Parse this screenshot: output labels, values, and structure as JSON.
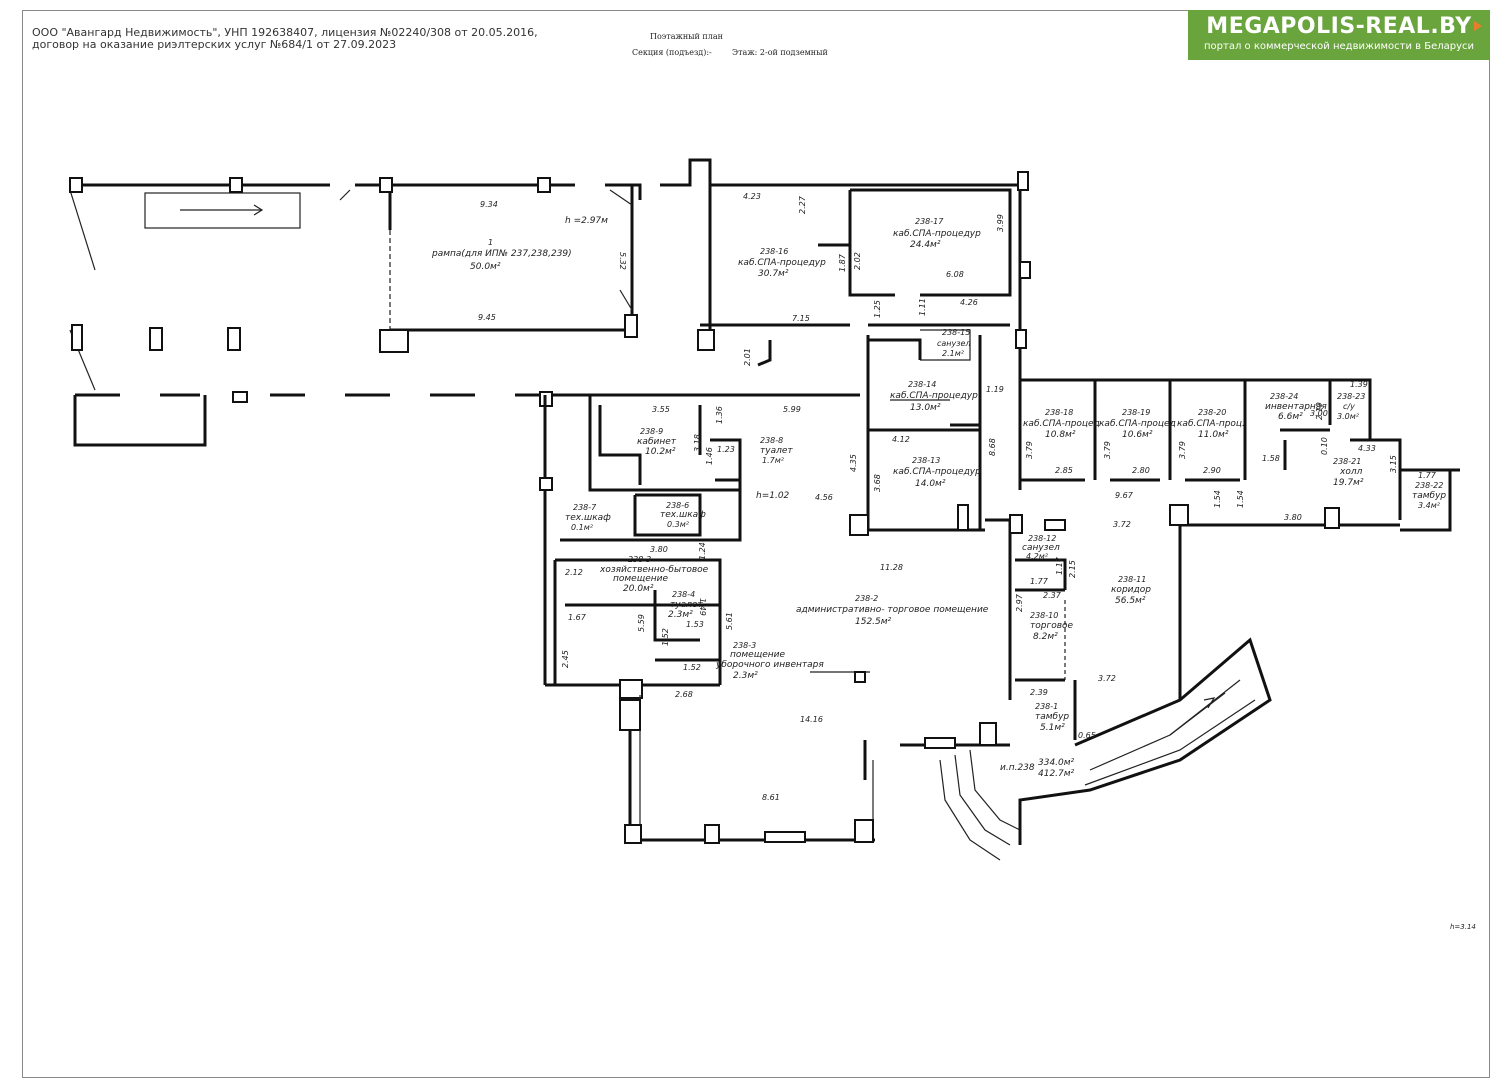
{
  "header": {
    "line1": "ООО \"Авангард Недвижимость\", УНП 192638407, лицензия №02240/308 от 20.05.2016,",
    "line2": "договор на оказание риэлтерских услуг №684/1 от 27.09.2023"
  },
  "sheet": {
    "title": "Поэтажный план",
    "section": "Секция (подъезд):-",
    "floor": "Этаж: 2-ой подземный"
  },
  "logo": {
    "title": "MEGAPOLIS-REAL.BY",
    "subtitle": "портал о коммерческой недвижимости в Беларуси",
    "bg_color": "#6aa43c",
    "accent_color": "#e87e2b"
  },
  "rooms": {
    "r1_num": "1",
    "r1_name": "рампа(для ИП№ 237,238,239)",
    "r1_area": "50.0м²",
    "r1_h": "h =2.97м",
    "r16_num": "238-16",
    "r16_name": "каб.СПА-процедур",
    "r16_area": "30.7м²",
    "r17_num": "238-17",
    "r17_name": "каб.СПА-процедур",
    "r17_area": "24.4м²",
    "r15_num": "238-15",
    "r15_name": "санузел",
    "r15_area": "2.1м²",
    "r14_num": "238-14",
    "r14_name": "каб.СПА-процедур",
    "r14_area": "13.0м²",
    "r13_num": "238-13",
    "r13_name": "каб.СПА-процедур",
    "r13_area": "14.0м²",
    "r18_num": "238-18",
    "r18_name": "каб.СПА-процед",
    "r18_area": "10.8м²",
    "r19_num": "238-19",
    "r19_name": "каб.СПА-процед",
    "r19_area": "10.6м²",
    "r20_num": "238-20",
    "r20_name": "каб.СПА-проц.",
    "r20_area": "11.0м²",
    "r24_num": "238-24",
    "r24_name": "инвентарная",
    "r24_area": "6.6м²",
    "r23_num": "238-23",
    "r23_name": "с/у",
    "r23_area": "3.0м²",
    "r21_num": "238-21",
    "r21_name": "холл",
    "r21_area": "19.7м²",
    "r22_num": "238-22",
    "r22_name": "тамбур",
    "r22_area": "3.4м²",
    "r9_num": "238-9",
    "r9_name": "кабинет",
    "r9_area": "10.2м²",
    "r8_num": "238-8",
    "r8_name": "туалет",
    "r8_area": "1.7м²",
    "r8_h": "h=1.02",
    "r7_num": "238-7",
    "r7_name": "тех.шкаф",
    "r7_area": "0.1м²",
    "r6_num": "238-6",
    "r6_name": "тех.шкаф",
    "r6_area": "0.3м²",
    "r3_num": "238-3",
    "r3_name1": "хозяйственно-бытовое",
    "r3_name2": "помещение",
    "r3_area": "20.0м²",
    "r4_num": "238-4",
    "r4_name": "туалет",
    "r4_area": "2.3м²",
    "r3b_num": "238-3",
    "r3b_name1": "помещение",
    "r3b_name2": "уборочного инвентаря",
    "r3b_area": "2.3м²",
    "r2_num": "238-2",
    "r2_name": "административно- торговое помещение",
    "r2_area": "152.5м²",
    "r12_num": "238-12",
    "r12_name": "санузел",
    "r12_area": "4.2м²",
    "r11_num": "238-11",
    "r11_name": "коридор",
    "r11_area": "56.5м²",
    "r10_num": "238-10",
    "r10_name": "торговое",
    "r10_area": "8.2м²",
    "r1b_num": "238-1",
    "r1b_name": "тамбур",
    "r1b_area": "5.1м²",
    "total_label": "и.п.238",
    "total1": "334.0м²",
    "total2": "412.7м²",
    "height_note": "h=3.14"
  },
  "dims": {
    "d_934": "9.34",
    "d_945": "9.45",
    "d_532": "5.32",
    "d_423": "4.23",
    "d_227": "2.27",
    "d_187": "1.87",
    "d_202": "2.02",
    "d_399": "3.99",
    "d_608": "6.08",
    "d_426": "4.26",
    "d_125": "1.25",
    "d_111": "1.11",
    "d_715": "7.15",
    "d_201": "2.01",
    "d_119": "1.19",
    "d_599": "5.99",
    "d_355": "3.55",
    "d_136": "1.36",
    "d_318": "3.18",
    "d_123": "1.23",
    "d_146": "1.46",
    "d_412": "4.12",
    "d_435": "4.35",
    "d_368": "3.68",
    "d_868": "8.68",
    "d_456": "4.56",
    "d_379a": "3.79",
    "d_285": "2.85",
    "d_379b": "3.79",
    "d_280": "2.80",
    "d_379c": "3.79",
    "d_290": "2.90",
    "d_158": "1.58",
    "d_219": "2.19",
    "d_010": "0.10",
    "d_300": "3.00",
    "d_139": "1.39",
    "d_433": "4.33",
    "d_315": "3.15",
    "d_177": "1.77",
    "d_967": "9.67",
    "d_154a": "1.54",
    "d_154b": "1.54",
    "d_372a": "3.72",
    "d_380b": "3.80",
    "d_380": "3.80",
    "d_124": "1.24",
    "d_212": "2.12",
    "d_149": "1.49",
    "d_167": "1.67",
    "d_559": "5.59",
    "d_153": "1.53",
    "d_152a": "1.52",
    "d_152b": "1.52",
    "d_245": "2.45",
    "d_561": "5.61",
    "d_268": "2.68",
    "d_1128": "11.28",
    "d_1416": "14.16",
    "d_861": "8.61",
    "d_177b": "1.77",
    "d_215": "2.15",
    "d_237": "2.37",
    "d_297": "2.97",
    "d_372b": "3.72",
    "d_239": "2.39",
    "d_065": "0.65",
    "d_117": "1.17"
  }
}
